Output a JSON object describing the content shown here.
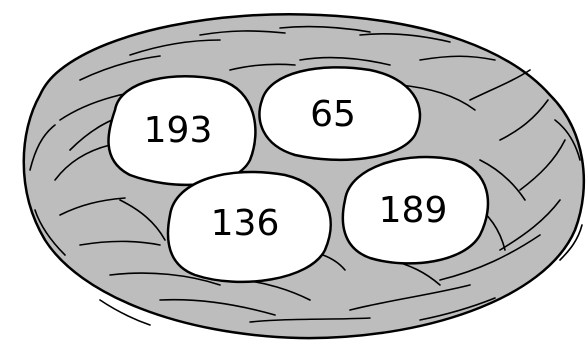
{
  "nest": {
    "color": "#bdbdbd",
    "outline_color": "#000000",
    "eggs": [
      {
        "label": "193",
        "fill": "#ffffff"
      },
      {
        "label": "65",
        "fill": "#ffffff"
      },
      {
        "label": "136",
        "fill": "#ffffff"
      },
      {
        "label": "189",
        "fill": "#ffffff"
      }
    ]
  }
}
